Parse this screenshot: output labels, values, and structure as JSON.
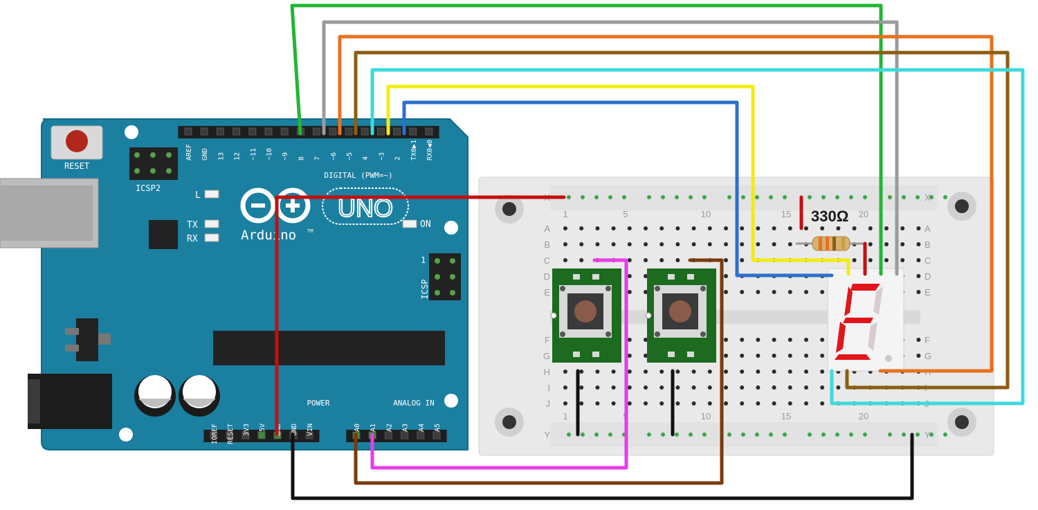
{
  "board": {
    "reset_label": "RESET",
    "icsp2_label": "ICSP2",
    "icsp_label": "ICSP",
    "icsp_pin1": "1",
    "l_label": "L",
    "tx_label": "TX",
    "rx_label": "RX",
    "on_label": "ON",
    "model": "UNO",
    "brand": "Arduino",
    "tm": "TM",
    "digital_label": "DIGITAL (PWM=~)",
    "digital_pins": [
      "AREF",
      "GND",
      "13",
      "12",
      "~11",
      "~10",
      "~9",
      "8",
      "7",
      "~6",
      "~5",
      "4",
      "~3",
      "2",
      "TX0▶1",
      "RX0◀0"
    ],
    "power_label": "POWER",
    "power_pins": [
      "IOREF",
      "RESET",
      "3V3",
      "5V",
      "GND",
      "GND",
      "VIN"
    ],
    "analog_label": "ANALOG IN",
    "analog_pins": [
      "A0",
      "A1",
      "A2",
      "A3",
      "A4",
      "A5"
    ]
  },
  "breadboard": {
    "row_letters_top": [
      "X",
      "A",
      "B",
      "C",
      "D",
      "E"
    ],
    "row_letters_bottom": [
      "F",
      "G",
      "H",
      "I",
      "J",
      "Y"
    ],
    "column_numbers": [
      "1",
      "5",
      "10",
      "15",
      "20"
    ]
  },
  "resistor": {
    "label": "330Ω"
  },
  "display": {
    "shown_character": "E"
  },
  "wire_colors": {
    "pin8": "#22b533",
    "pin7": "#9b9b9b",
    "pin6": "#e8711e",
    "pin5": "#8c5e13",
    "pin4": "#3ed9dc",
    "pin3": "#f2ec12",
    "pin2": "#2e6fcc",
    "power": "#c40f0f",
    "ground": "#111111",
    "button1": "#e83ce8",
    "button2": "#7a3a0c"
  }
}
